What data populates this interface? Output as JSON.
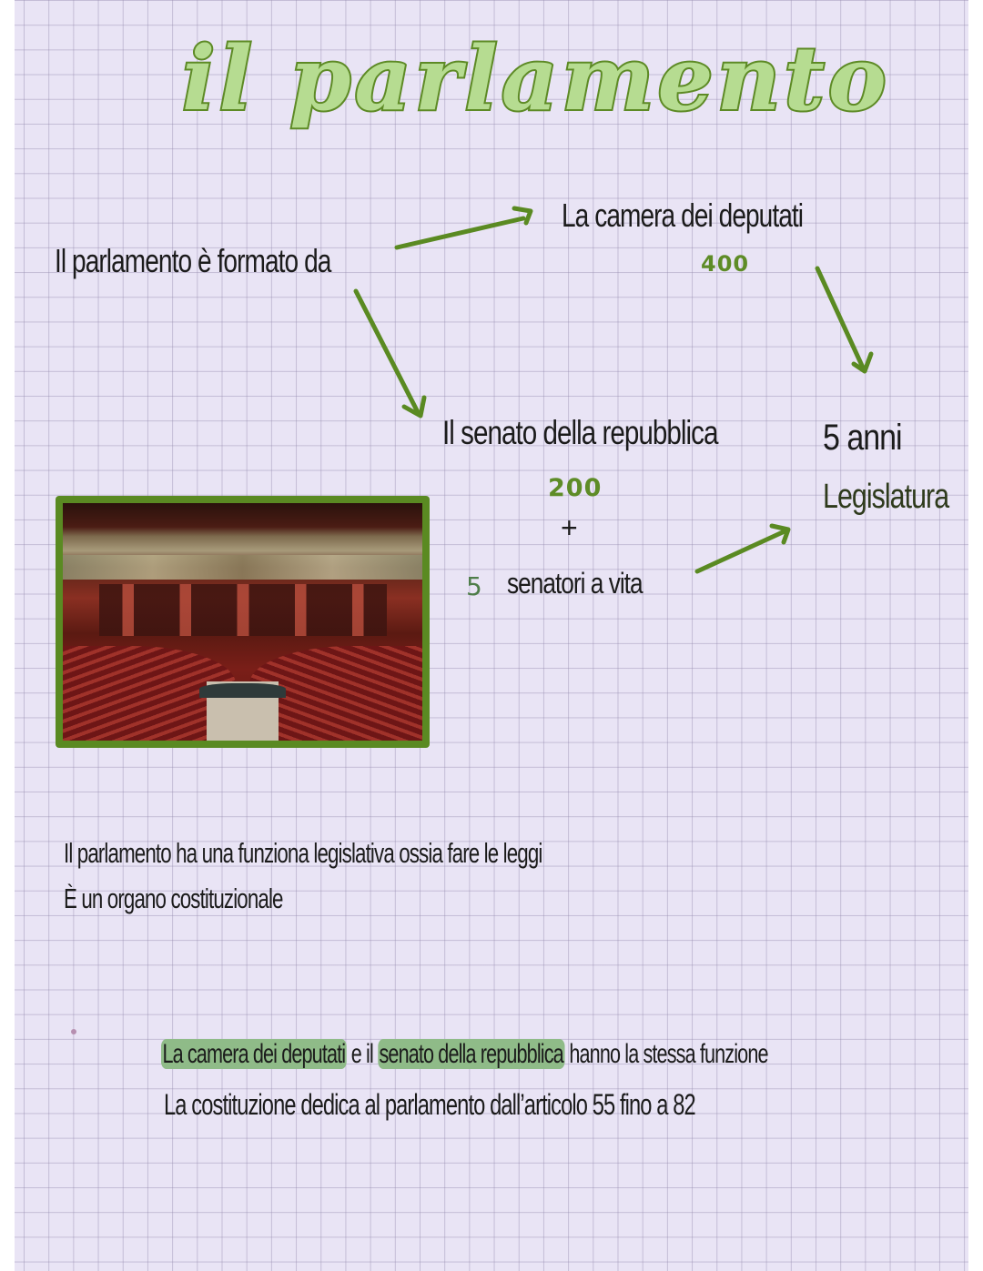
{
  "title": "il parlamento",
  "diagram": {
    "root": "Il parlamento è formato da",
    "camera": {
      "label": "La camera dei deputati",
      "members": "400"
    },
    "senato": {
      "label": "Il senato della repubblica",
      "members": "200",
      "plus": "+",
      "life_count": "5",
      "life_label": "senatori a vita"
    },
    "term": {
      "duration": "5 anni",
      "label": "Legislatura"
    }
  },
  "image": {
    "alt": "Aula della Camera dei deputati"
  },
  "notes": {
    "line1": "Il parlamento ha una funziona legislativa ossia fare le leggi",
    "line2": "È un organo costituzionale"
  },
  "summary": {
    "highlight1": "La camera dei deputati",
    "connector": " e  il ",
    "highlight2": "senato della repubblica",
    "rest": " hanno la stessa funzione",
    "line2": "La costituzione dedica al parlamento dall’articolo 55 fino a 82"
  },
  "colors": {
    "accent": "#5e8c27",
    "title_fill": "#b6dc91",
    "highlight": "#8fbb88",
    "paper": "#e9e4f5"
  }
}
